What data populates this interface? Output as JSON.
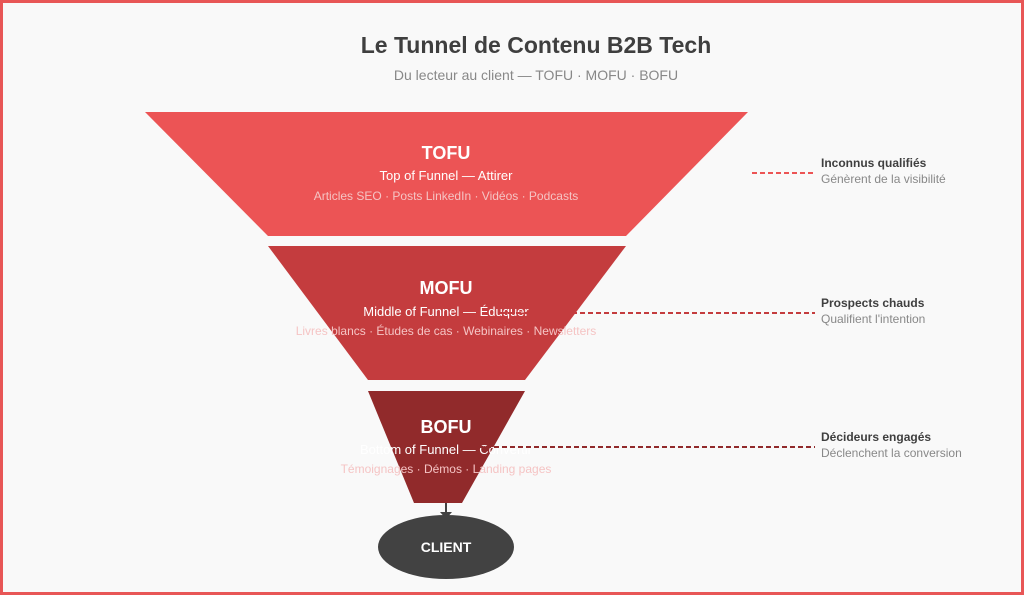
{
  "title": "Le Tunnel de Contenu B2B Tech",
  "subtitle": "Du lecteur au client — TOFU · MOFU · BOFU",
  "stages": [
    {
      "name": "TOFU",
      "subtitle": "Top of Funnel — Attirer",
      "items": "Articles SEO · Posts LinkedIn · Vidéos · Podcasts",
      "color": "#ec5455",
      "side_title": "Inconnus qualifiés",
      "side_desc": "Génèrent de la visibilité"
    },
    {
      "name": "MOFU",
      "subtitle": "Middle of Funnel — Éduquer",
      "items": "Livres blancs · Études de cas · Webinaires · Newsletters",
      "color": "#c43c3e",
      "side_title": "Prospects chauds",
      "side_desc": "Qualifient l'intention"
    },
    {
      "name": "BOFU",
      "subtitle": "Bottom of Funnel — Convertir",
      "items": "Témoignages · Démos · Landing pages",
      "color": "#912a2b",
      "side_title": "Décideurs engagés",
      "side_desc": "Déclenchent la conversion"
    }
  ],
  "client": {
    "label": "CLIENT",
    "color": "#424242"
  },
  "colors": {
    "border": "#e85656",
    "background": "#f9f9f9",
    "items_text": "#f5c4c4"
  }
}
